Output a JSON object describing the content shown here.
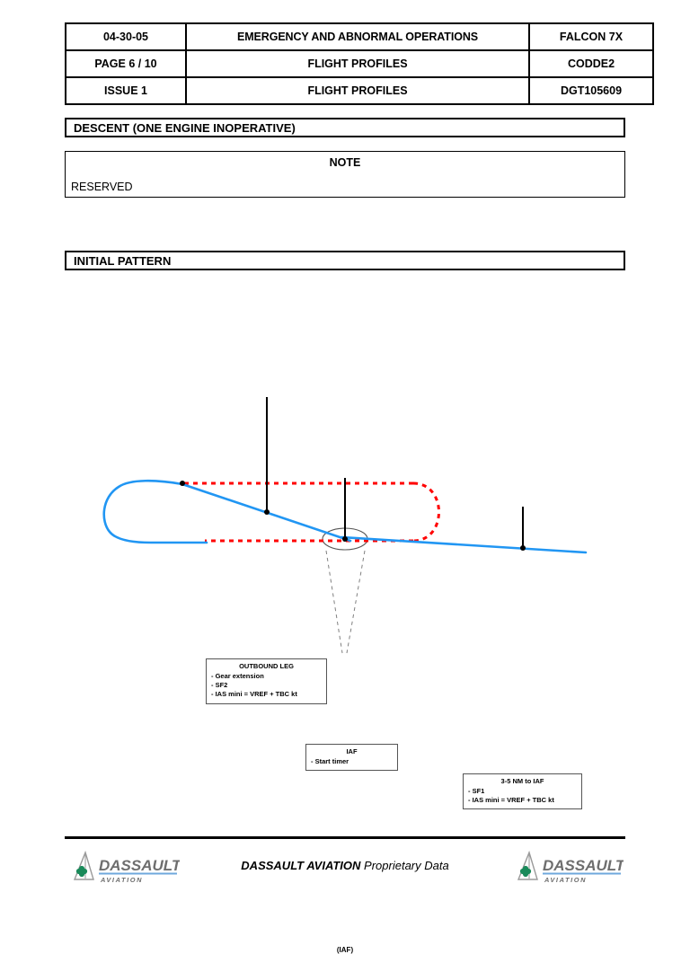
{
  "header": {
    "doc_number": "04-30-05",
    "page": "PAGE 6 / 10",
    "issue": "ISSUE 1",
    "title_main": "EMERGENCY AND ABNORMAL OPERATIONS",
    "title_sub_1": "FLIGHT PROFILES",
    "title_sub_2": "FLIGHT PROFILES",
    "aircraft": "FALCON 7X",
    "codde": "CODDE2",
    "dgt": "DGT105609"
  },
  "sections": {
    "descent": "DESCENT (ONE ENGINE INOPERATIVE)",
    "initial_pattern": "INITIAL PATTERN"
  },
  "note": {
    "title": "NOTE",
    "body": "RESERVED"
  },
  "diagram": {
    "callouts": [
      {
        "id": "outbound",
        "title": "OUTBOUND LEG",
        "lines": [
          "- Gear extension",
          "- SF2",
          "- IAS mini = VREF + TBC kt"
        ]
      },
      {
        "id": "iaf",
        "title": "IAF",
        "lines": [
          "- Start timer"
        ]
      },
      {
        "id": "distance",
        "title": "3-5 NM to IAF",
        "lines": [
          "- SF1",
          "- IAS mini = VREF + TBC kt"
        ]
      }
    ],
    "iaf_cone_label": "(IAF)",
    "colors": {
      "track_blue": "#2196F3",
      "track_red": "#FF0000",
      "leader_black": "#000000",
      "cone_gray": "#808080"
    }
  },
  "footer": {
    "text_prefix": "DASSAULT AVIATION ",
    "text_suffix": "Proprietary Data",
    "logo_brand": "DASSAULT",
    "logo_sub": "A V I A T I O N"
  }
}
